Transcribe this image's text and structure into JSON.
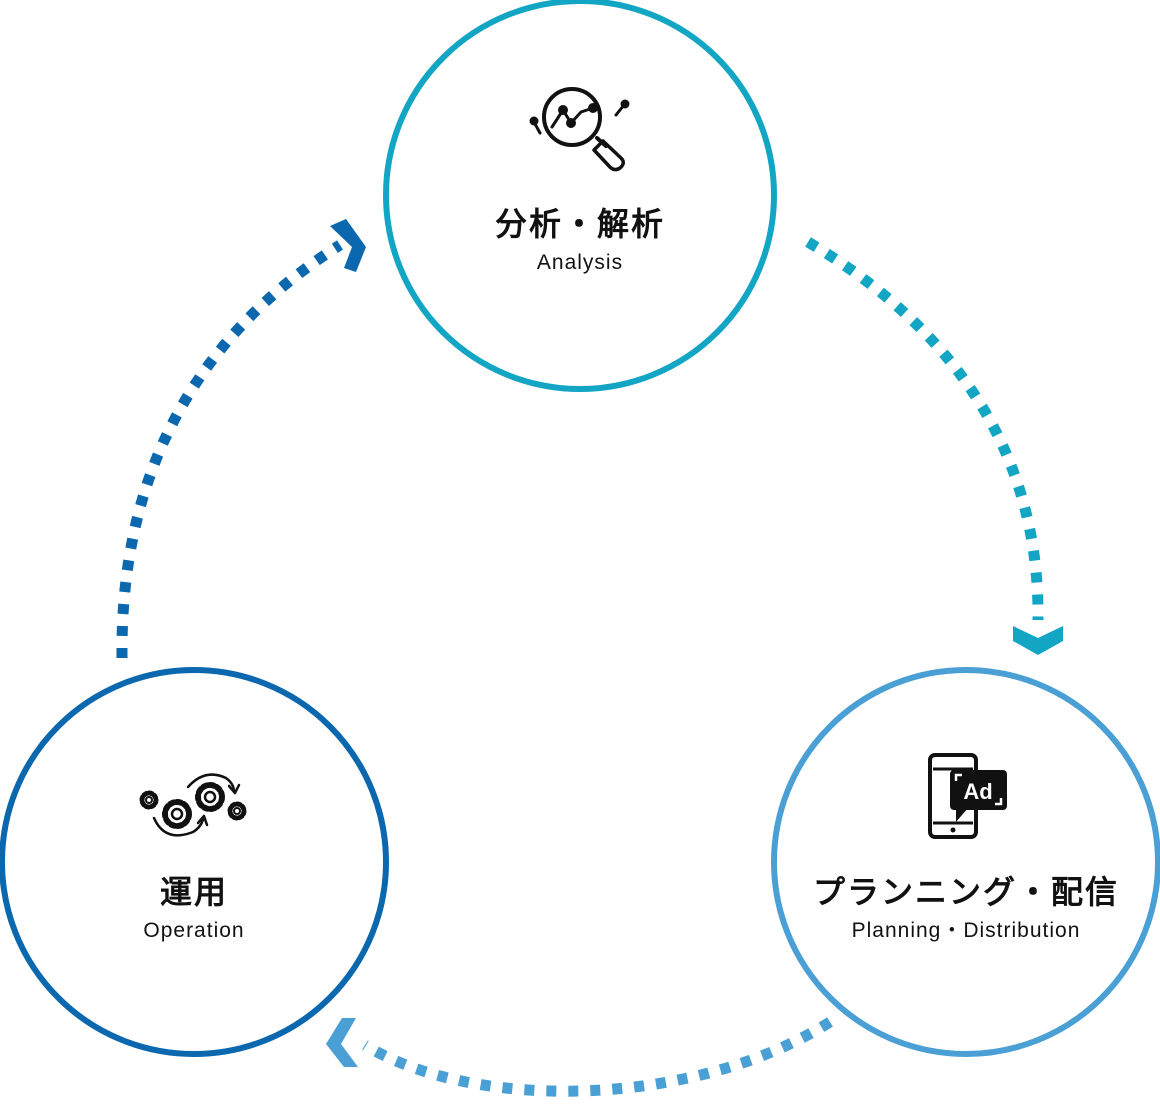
{
  "nodes": {
    "analysis": {
      "ja": "分析・解析",
      "en": "Analysis",
      "icon": "analytics-magnifier-icon",
      "color": "#12a6c4"
    },
    "planning": {
      "ja": "プランニング・配信",
      "en": "Planning・Distribution",
      "icon": "mobile-ad-icon",
      "color": "#4a9fd5"
    },
    "operation": {
      "ja": "運用",
      "en": "Operation",
      "icon": "gears-cycle-icon",
      "color": "#0b67ae"
    }
  },
  "icon_text": {
    "ad_badge": "Ad"
  },
  "colors": {
    "analysis": "#12a6c4",
    "planning": "#4a9fd5",
    "operation": "#0b67ae",
    "text": "#111111"
  }
}
